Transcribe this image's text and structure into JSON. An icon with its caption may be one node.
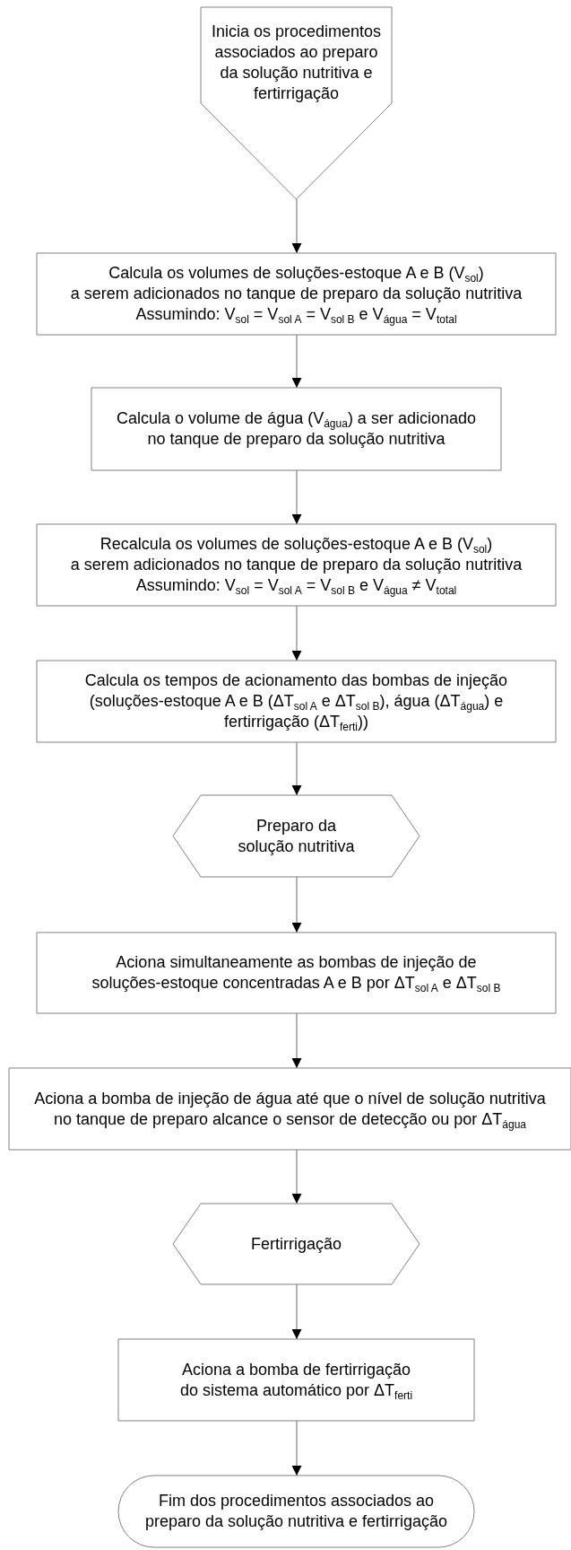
{
  "diagram": {
    "nodes": [
      {
        "text": [
          "Inicia os procedimentos associados ao preparo da solução nutritiva e fertirrigação"
        ]
      },
      {
        "text": [
          "Calcula os volumes de soluções-estoque A e B (V$_{sol}$) a serem adicionados no tanque de preparo da solução nutritiva Assumindo: V$_{sol}$ = V$_{sol A}$ = V$_{sol B}$ e V$_{água}$ = V$_{total}$"
        ]
      },
      {
        "text": [
          "Calcula o volume de água (V$_{água}$) a ser adicionado no tanque de preparo da solução nutritiva"
        ]
      },
      {
        "text": [
          "Recalcula os volumes de soluções-estoque A e B (V$_{sol}$) a serem adicionados no tanque de preparo da solução nutritiva Assumindo: V$_{sol}$ = V$_{sol A}$ = V$_{sol B}$ e V$_{água}$ ≠ V$_{total}$"
        ]
      },
      {
        "text": [
          "Calcula os tempos de acionamento das bombas de injeção (soluções-estoque A e B (ΔT$_{sol A}$ e ΔT$_{sol B}$), água (ΔT$_{água}$) e fertirrigação (ΔT$_{ferti}$))"
        ]
      },
      {
        "text": [
          "Preparo da solução nutritiva"
        ]
      },
      {
        "text": [
          "Aciona simultaneamente as bombas de injeção de soluções-estoque concentradas A e B por ΔT$_{sol A}$ e ΔT$_{sol B}$"
        ]
      },
      {
        "text": [
          "Aciona a bomba de injeção de água até que o nível de solução nutritiva no tanque de preparo alcance o sensor de detecção ou por ΔT$_{água}$"
        ]
      },
      {
        "text": [
          "Fertirrigação"
        ]
      },
      {
        "text": [
          "Aciona a bomba de fertirrigação do sistema automático por ΔT$_{ferti}$"
        ]
      },
      {
        "text": [
          "Fim dos procedimentos associados ao preparo da solução nutritiva e fertirrigação"
        ]
      }
    ],
    "edges": [
      {
        "from": 0,
        "to": 1,
        "arrow": "to"
      },
      {
        "from": 1,
        "to": 2,
        "arrow": "to"
      },
      {
        "from": 2,
        "to": 3,
        "arrow": "to"
      },
      {
        "from": 3,
        "to": 4,
        "arrow": "to"
      },
      {
        "from": 4,
        "to": 5,
        "arrow": "to"
      },
      {
        "from": 5,
        "to": 6,
        "arrow": "to"
      },
      {
        "from": 6,
        "to": 7,
        "arrow": "to"
      },
      {
        "from": 7,
        "to": 8,
        "arrow": "to"
      },
      {
        "from": 8,
        "to": 9,
        "arrow": "to"
      },
      {
        "from": 9,
        "to": 10,
        "arrow": "to"
      }
    ]
  }
}
